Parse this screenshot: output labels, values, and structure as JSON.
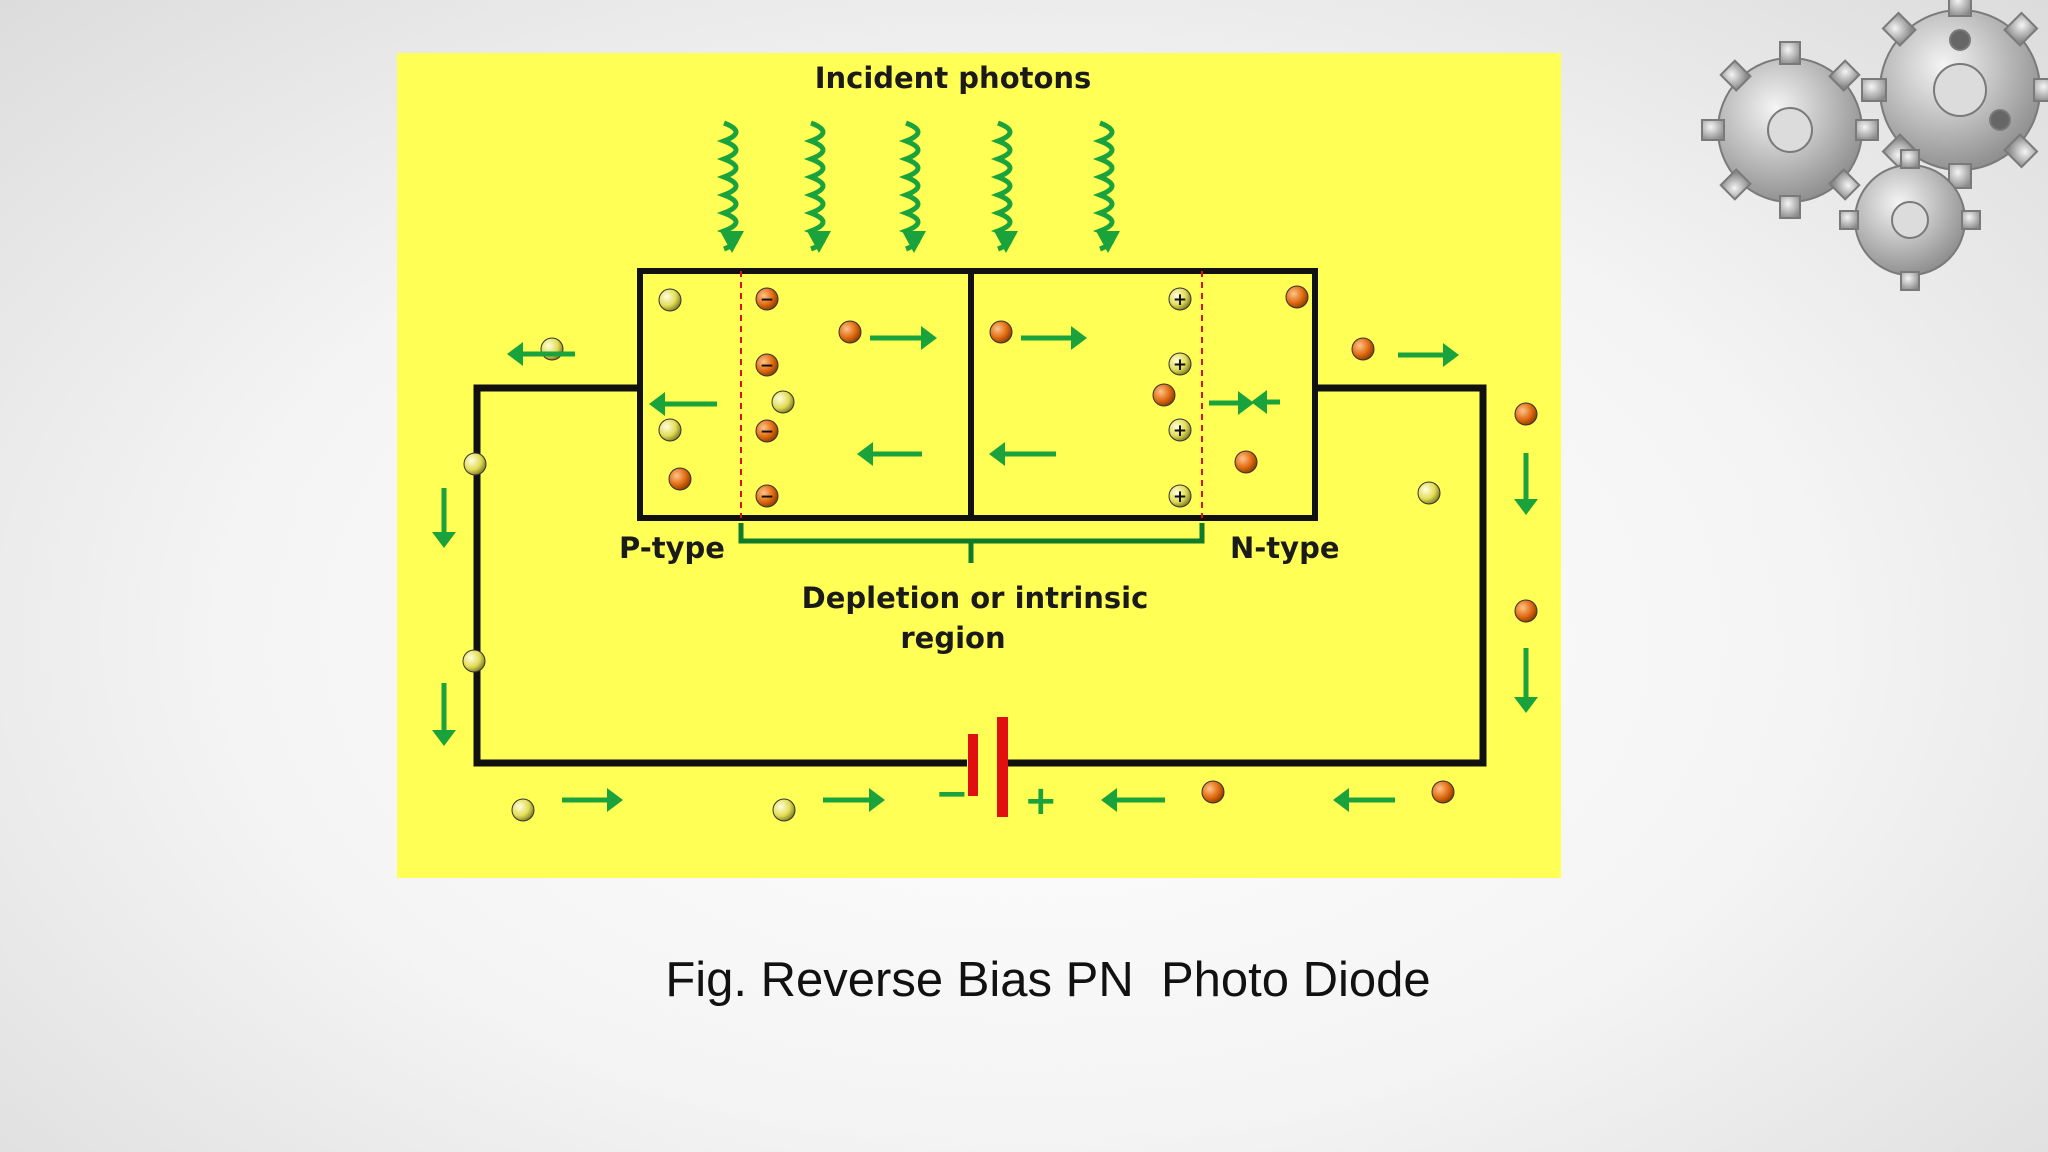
{
  "diagram": {
    "title": "Incident photons",
    "p_label": "P-type",
    "n_label": "N-type",
    "depletion_label_line1": "Depletion or intrinsic",
    "depletion_label_line2": "region",
    "battery_minus": "−",
    "battery_plus": "+",
    "colors": {
      "background": "#ffff55",
      "wire": "#111111",
      "arrow": "#1aa33c",
      "battery": "#e01010",
      "electron": "#e06a10",
      "hole": "#e6e05a",
      "depletion_line": "#e01010"
    }
  },
  "decoration": {
    "gears": "gears-graphic"
  },
  "caption": "Fig. Reverse Bias PN  Photo Diode"
}
